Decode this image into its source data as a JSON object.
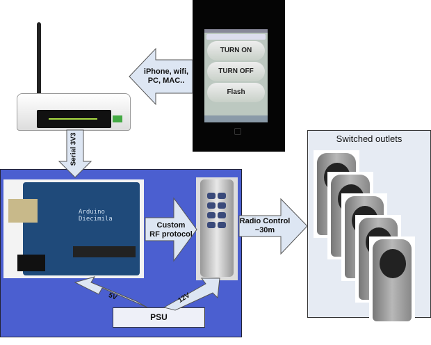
{
  "diagram": {
    "phone": {
      "buttons": [
        "TURN ON",
        "TURN OFF",
        "Flash"
      ]
    },
    "arrows": {
      "wifi_label": [
        "iPhone, wifi,",
        "PC, MAC.."
      ],
      "serial_label": "Serial 3V3",
      "rf_label": [
        "Custom",
        "RF protocol"
      ],
      "radio_label": [
        "Radio Control",
        "~30m"
      ],
      "psu_5v": "5V",
      "psu_12v": "12V"
    },
    "psu_label": "PSU",
    "arduino_text": [
      "Arduino",
      "Diecimila"
    ],
    "outlets_title": "Switched outlets",
    "outlet_count": 5,
    "colors": {
      "panel_blue": "#4b5fd0",
      "arrow_fill": "#dde6f3",
      "outlet_bg": "#e6ebf3"
    }
  }
}
